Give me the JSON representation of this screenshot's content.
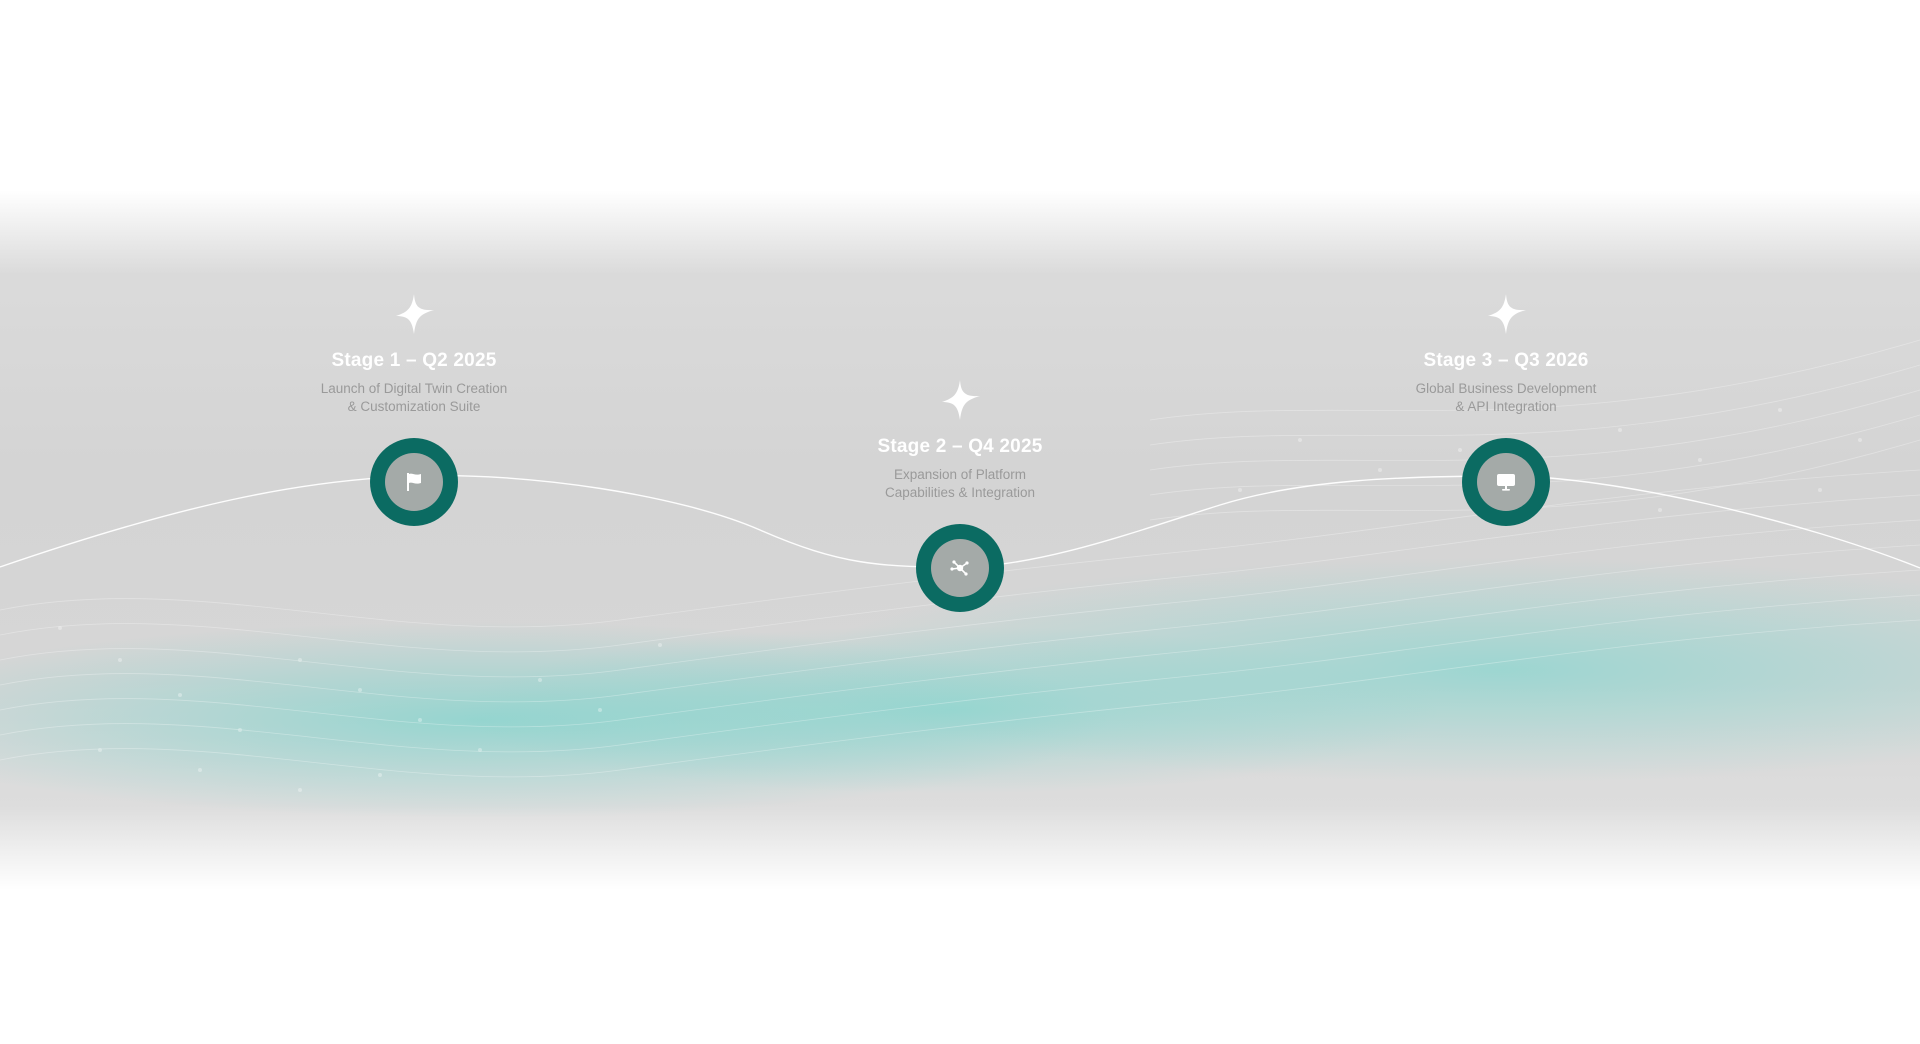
{
  "stages": [
    {
      "title": "Stage 1 – Q2 2025",
      "line1": "Launch of Digital Twin Creation",
      "line2": "& Customization Suite",
      "icon": "flag-icon"
    },
    {
      "title": "Stage 2 – Q4 2025",
      "line1": "Expansion of Platform",
      "line2": "Capabilities & Integration",
      "icon": "network-icon"
    },
    {
      "title": "Stage 3 – Q3 2026",
      "line1": "Global Business Development",
      "line2": "& API Integration",
      "icon": "monitor-icon"
    }
  ],
  "colors": {
    "node_ring": "#0b6b62",
    "node_center": "#a4aaa8",
    "accent_teal": "#5fd2c8",
    "title_text": "#ffffff",
    "desc_text": "#9a9a9a"
  }
}
